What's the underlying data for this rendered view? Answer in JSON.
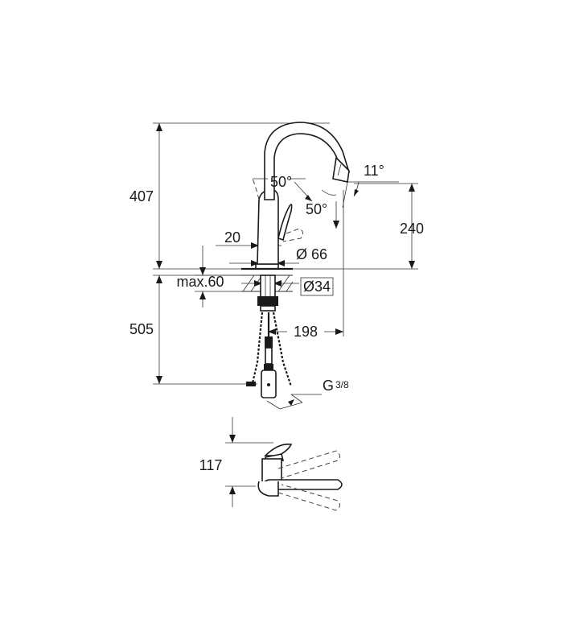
{
  "dimensions": {
    "total_height": "407",
    "spout_height": "240",
    "below_height": "505",
    "lever_offset": "20",
    "base_diameter": "Ø 66",
    "hole_diameter": "Ø34",
    "max_thickness": "max.60",
    "reach": "198",
    "angle_spray": "11°",
    "angle_lever_up": "50°",
    "angle_lever_down": "50°",
    "connection": "G",
    "connection_fraction": "3/8",
    "top_view_height": "117"
  },
  "colors": {
    "line": "#1a1a1a",
    "background": "#ffffff"
  }
}
